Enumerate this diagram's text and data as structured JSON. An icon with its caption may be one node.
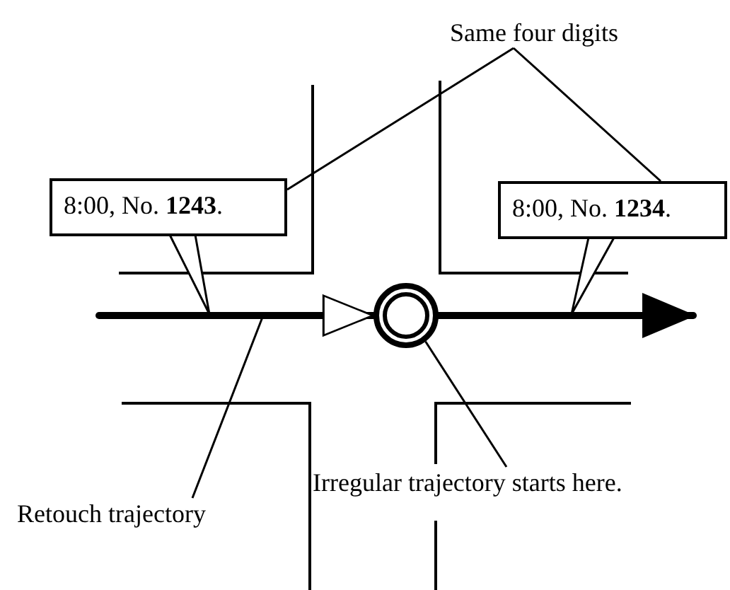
{
  "diagram": {
    "nodes": [
      {
        "text": [
          "Same four digits"
        ]
      },
      {
        "text": [
          "8:00, No. **1243**."
        ]
      },
      {
        "text": [
          "8:00, No. **1234**."
        ]
      },
      {
        "text": [],
        "shape": "circle"
      },
      {
        "text": [
          "Retouch trajectory"
        ]
      },
      {
        "text": [
          "Irregular trajectory starts here."
        ]
      }
    ],
    "edges": [
      {
        "from": 0,
        "to": 1,
        "arrow": "none"
      },
      {
        "from": 0,
        "to": 2,
        "arrow": "none"
      },
      {
        "from": 1,
        "to": null,
        "arrow": "to"
      },
      {
        "from": 2,
        "to": null,
        "arrow": "to"
      },
      {
        "from": null,
        "to": 3,
        "arrow": "to",
        "style": "thick"
      },
      {
        "from": 3,
        "to": null,
        "arrow": "to",
        "style": "thick"
      },
      {
        "from": 4,
        "to": null,
        "arrow": "none"
      },
      {
        "from": 5,
        "to": 3,
        "arrow": "none"
      }
    ]
  }
}
